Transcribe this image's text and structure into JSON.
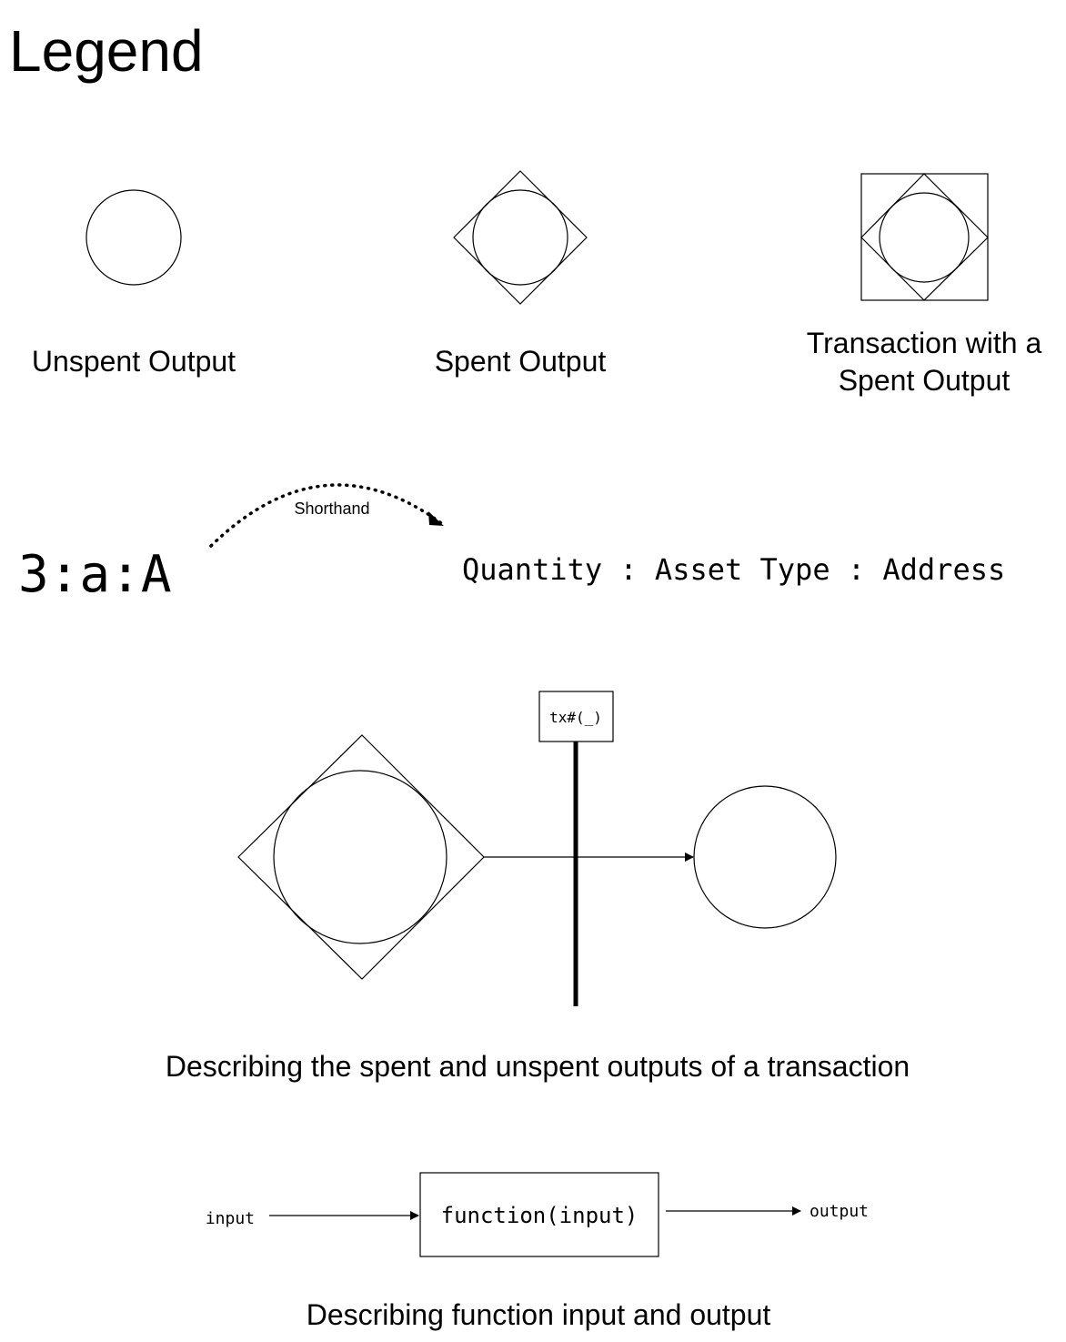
{
  "title": "Legend",
  "legend_items": [
    {
      "label": "Unspent Output",
      "icon": "unspent-output-circle"
    },
    {
      "label": "Spent Output",
      "icon": "spent-output-diamond-circle"
    },
    {
      "label_lines": [
        "Transaction with a",
        "Spent Output"
      ],
      "icon": "transaction-square-diamond-circle"
    }
  ],
  "shorthand": {
    "example": "3:a:A",
    "arrow_label": "Shorthand",
    "expansion": "Quantity : Asset Type : Address"
  },
  "transaction_diagram": {
    "tx_label": "tx#(_)",
    "caption": "Describing the spent and unspent outputs of a transaction"
  },
  "function_diagram": {
    "input_label": "input",
    "function_label": "function(input)",
    "output_label": "output",
    "caption": "Describing function input and output"
  }
}
